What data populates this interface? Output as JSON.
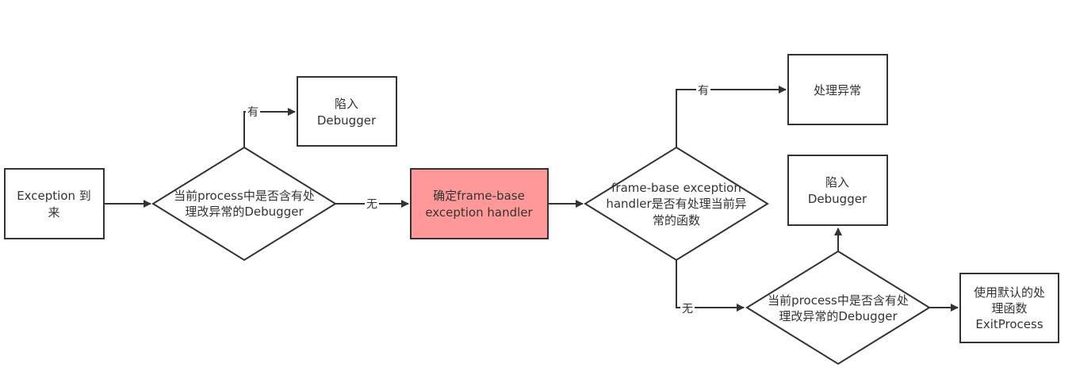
{
  "colors": {
    "stroke": "#333333",
    "text": "#333333",
    "highlight_fill": "#ff9999",
    "background": "#ffffff"
  },
  "nodes": {
    "start": {
      "shape": "rectangle",
      "lines": [
        "Exception 到",
        "来"
      ]
    },
    "decision1": {
      "shape": "diamond",
      "lines": [
        "当前process中是否含有处",
        "理改异常的Debugger"
      ]
    },
    "trap1": {
      "shape": "rectangle",
      "lines": [
        "陷入",
        "Debugger"
      ]
    },
    "frame_handler": {
      "shape": "rectangle",
      "lines": [
        "确定frame-base",
        "exception handler"
      ],
      "highlighted": true
    },
    "decision2": {
      "shape": "diamond",
      "lines": [
        "frame-base exception",
        "handler是否有处理当前异",
        "常的函数"
      ]
    },
    "handle_exception": {
      "shape": "rectangle",
      "lines": [
        "处理异常"
      ]
    },
    "trap2": {
      "shape": "rectangle",
      "lines": [
        "陷入",
        "Debugger"
      ]
    },
    "decision3": {
      "shape": "diamond",
      "lines": [
        "当前process中是否含有处",
        "理改异常的Debugger"
      ]
    },
    "default_handler": {
      "shape": "rectangle",
      "lines": [
        "使用默认的处",
        "理函数",
        "ExitProcess"
      ]
    }
  },
  "edges": [
    {
      "from": "start",
      "to": "decision1"
    },
    {
      "from": "decision1",
      "to": "trap1",
      "label": "有"
    },
    {
      "from": "decision1",
      "to": "frame_handler",
      "label": "无"
    },
    {
      "from": "frame_handler",
      "to": "decision2"
    },
    {
      "from": "decision2",
      "to": "handle_exception",
      "label": "有"
    },
    {
      "from": "decision2",
      "to": "decision3",
      "label": "无"
    },
    {
      "from": "decision3",
      "to": "trap2"
    },
    {
      "from": "decision3",
      "to": "default_handler"
    }
  ]
}
